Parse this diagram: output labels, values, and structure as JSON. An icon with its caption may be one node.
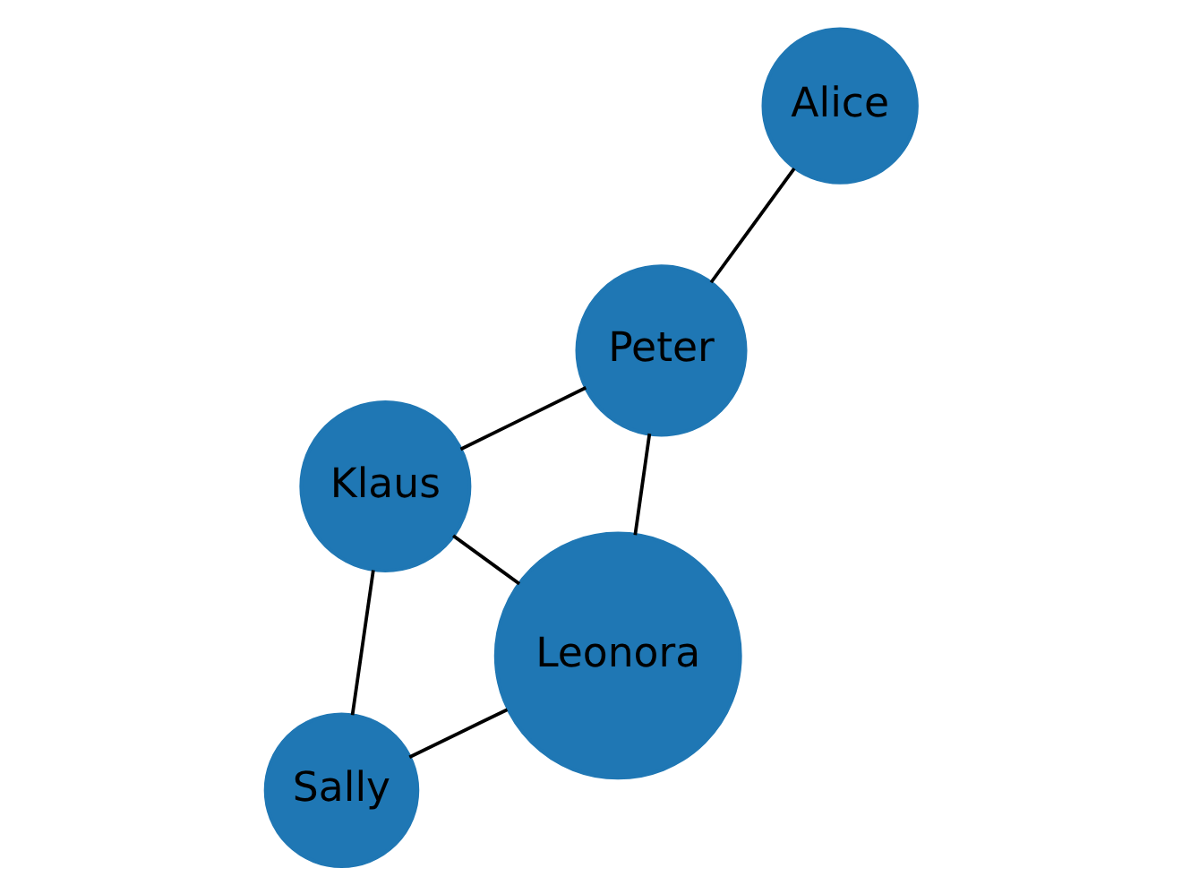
{
  "diagram": {
    "nodes": [
      {
        "text": [
          "Sally"
        ]
      },
      {
        "text": [
          "Leonora"
        ]
      },
      {
        "text": [
          "Klaus"
        ]
      },
      {
        "text": [
          "Peter"
        ]
      },
      {
        "text": [
          "Alice"
        ]
      }
    ],
    "edges": [
      {
        "from": 1,
        "to": 0,
        "arrow": "none"
      },
      {
        "from": 0,
        "to": 2,
        "arrow": "none"
      },
      {
        "from": 1,
        "to": 2,
        "arrow": "none"
      },
      {
        "from": 1,
        "to": 3,
        "arrow": "none"
      },
      {
        "from": 3,
        "to": 2,
        "arrow": "none"
      },
      {
        "from": 3,
        "to": 4,
        "arrow": "none"
      }
    ]
  }
}
